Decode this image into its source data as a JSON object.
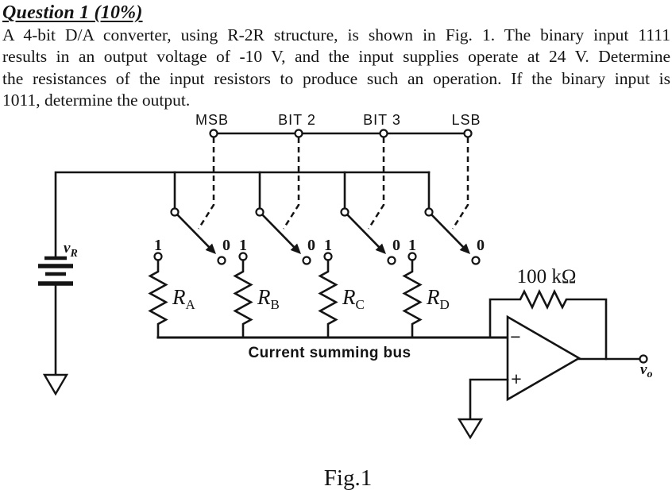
{
  "document": {
    "title": "Question 1 (10%)",
    "paragraph_lines": [
      "A 4-bit D/A converter, using R-2R structure, is shown in Fig. 1. The binary input 1111",
      "results in an output voltage of -10 V, and the input supplies operate at 24 V. Determine",
      "the resistances of the input resistors to produce such an operation. If the binary input is",
      "1011, determine the output."
    ],
    "figure_caption": "Fig.1"
  },
  "figure": {
    "bit_inputs": [
      "MSB",
      "BIT 2",
      "BIT 3",
      "LSB"
    ],
    "switch_positions": {
      "one": "1",
      "zero": "0"
    },
    "input_resistors": [
      {
        "base": "R",
        "sub": "A"
      },
      {
        "base": "R",
        "sub": "B"
      },
      {
        "base": "R",
        "sub": "C"
      },
      {
        "base": "R",
        "sub": "D"
      }
    ],
    "feedback_resistor_value": "100 kΩ",
    "bus_label": "Current summing bus",
    "reference_source": {
      "base": "v",
      "sub": "R"
    },
    "output_label": {
      "base": "v",
      "sub": "o"
    },
    "opamp_inputs": {
      "inverting": "−",
      "noninverting": "+"
    }
  },
  "colors": {
    "ink": "#141414",
    "paper": "#ffffff"
  }
}
